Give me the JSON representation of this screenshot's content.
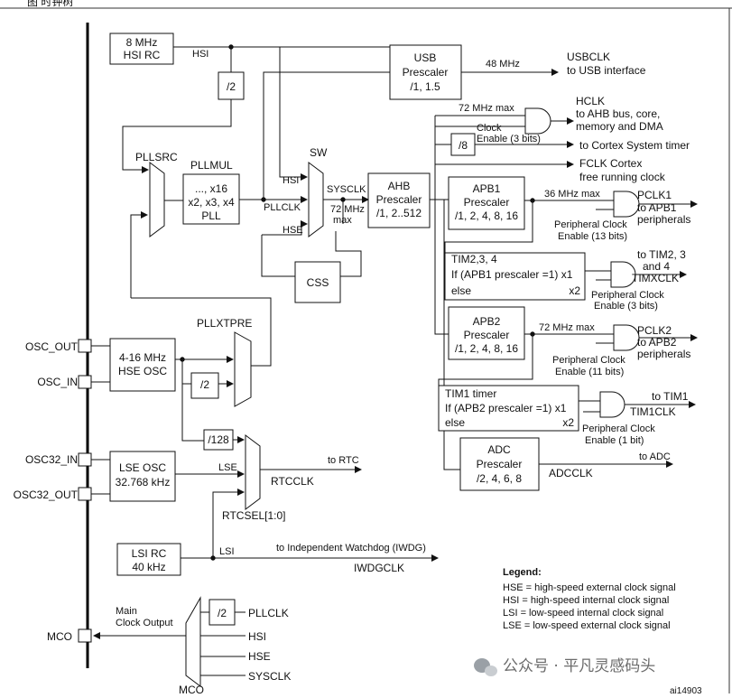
{
  "header": {
    "caption": "图 时钟树"
  },
  "blocks": {
    "hsi_rc": [
      "8 MHz",
      "HSI RC"
    ],
    "hsi_div2": "/2",
    "usb_prescaler": [
      "USB",
      "Prescaler",
      "/1, 1.5"
    ],
    "pllsrc": "PLLSRC",
    "pllmul": "PLLMUL",
    "pll": [
      "..., x16",
      "x2, x3, x4",
      "PLL"
    ],
    "sw": "SW",
    "sw_inputs": {
      "hsi": "HSI",
      "pllclk": "PLLCLK",
      "hse": "HSE"
    },
    "sysclk": "SYSCLK",
    "sysclk_max": [
      "72 MHz",
      "max"
    ],
    "ahb_prescaler": [
      "AHB",
      "Prescaler",
      "/1, 2..512"
    ],
    "css": "CSS",
    "pllxtpre": "PLLXTPRE",
    "hse_osc": [
      "4-16 MHz",
      "HSE OSC"
    ],
    "hse_div2": "/2",
    "div128": "/128",
    "lse_osc": [
      "LSE OSC",
      "32.768 kHz"
    ],
    "lse": "LSE",
    "lsi_rc": [
      "LSI RC",
      "40 kHz"
    ],
    "lsi": "LSI",
    "rtcclk": "RTCCLK",
    "rtcsel": "RTCSEL[1:0]",
    "to_rtc": "to RTC",
    "to_iwdg": "to Independent Watchdog (IWDG)",
    "iwdgclk": "IWDGCLK"
  },
  "pins": {
    "osc_out": "OSC_OUT",
    "osc_in": "OSC_IN",
    "osc32_in": "OSC32_IN",
    "osc32_out": "OSC32_OUT",
    "mco": "MCO"
  },
  "outputs": {
    "usb_freq": "48 MHz",
    "usbclk": [
      "USBCLK",
      "to USB interface"
    ],
    "ahb_max": "72 MHz max",
    "hclk": [
      "HCLK",
      "to AHB bus, core,",
      "memory and DMA"
    ],
    "clock_enable": [
      "Clock",
      "Enable (3 bits)"
    ],
    "div8": "/8",
    "cortex_timer": "to Cortex System timer",
    "fclk": [
      "FCLK Cortex",
      "free running clock"
    ],
    "apb1_prescaler": [
      "APB1",
      "Prescaler",
      "/1, 2, 4, 8, 16"
    ],
    "apb1_max": "36 MHz max",
    "pclk1": [
      "PCLK1",
      "to APB1",
      "peripherals"
    ],
    "pclk1_enable": [
      "Peripheral Clock",
      "Enable (13 bits)"
    ],
    "tim234": [
      "TIM2,3, 4",
      "If (APB1 prescaler =1) x1",
      "else",
      "x2"
    ],
    "timxclk": [
      "to TIM2, 3",
      "and 4",
      "TIMXCLK"
    ],
    "timx_enable": [
      "Peripheral Clock",
      "Enable (3 bits)"
    ],
    "apb2_prescaler": [
      "APB2",
      "Prescaler",
      "/1, 2, 4, 8, 16"
    ],
    "apb2_max": "72 MHz max",
    "pclk2": [
      "PCLK2",
      "to APB2",
      "peripherals"
    ],
    "pclk2_enable": [
      "Peripheral Clock",
      "Enable (11 bits)"
    ],
    "tim1": [
      "TIM1 timer",
      "If (APB2 prescaler =1) x1",
      "else",
      "x2"
    ],
    "tim1clk": [
      "to TIM1",
      "TIM1CLK"
    ],
    "tim1_enable": [
      "Peripheral Clock",
      "Enable (1 bit)"
    ],
    "adc_prescaler": [
      "ADC",
      "Prescaler",
      "/2, 4, 6, 8"
    ],
    "adcclk": [
      "to ADC",
      "ADCCLK"
    ]
  },
  "mco": {
    "title": [
      "Main",
      "Clock Output"
    ],
    "div2": "/2",
    "inputs": [
      "PLLCLK",
      "HSI",
      "HSE",
      "SYSCLK"
    ],
    "mux_label": "MCO"
  },
  "legend": {
    "title": "Legend:",
    "items": [
      "HSE = high-speed external clock signal",
      "HSI = high-speed internal clock signal",
      "LSI = low-speed internal clock signal",
      "LSE = low-speed external clock signal"
    ]
  },
  "watermark": "公众号 · 平凡灵感码头",
  "figure_id": "ai14903"
}
